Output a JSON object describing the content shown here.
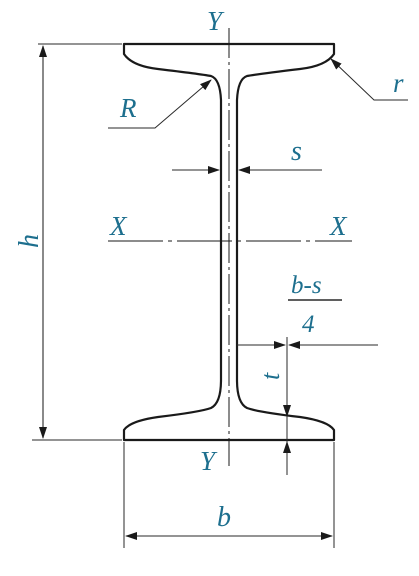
{
  "drawing": {
    "labels": {
      "axis_y_top": "Y",
      "axis_y_bottom": "Y",
      "axis_x_left": "X",
      "axis_x_right": "X",
      "height": "h",
      "width": "b",
      "web_thickness": "s",
      "flange_thickness": "t",
      "root_radius": "R",
      "toe_radius": "r",
      "fraction_numerator": "b-s",
      "fraction_denominator": "4"
    },
    "colors": {
      "outline": "#1a1a1a",
      "dimension": "#2a2a2a",
      "label": "#1d6f8e",
      "background": "#ffffff"
    }
  }
}
